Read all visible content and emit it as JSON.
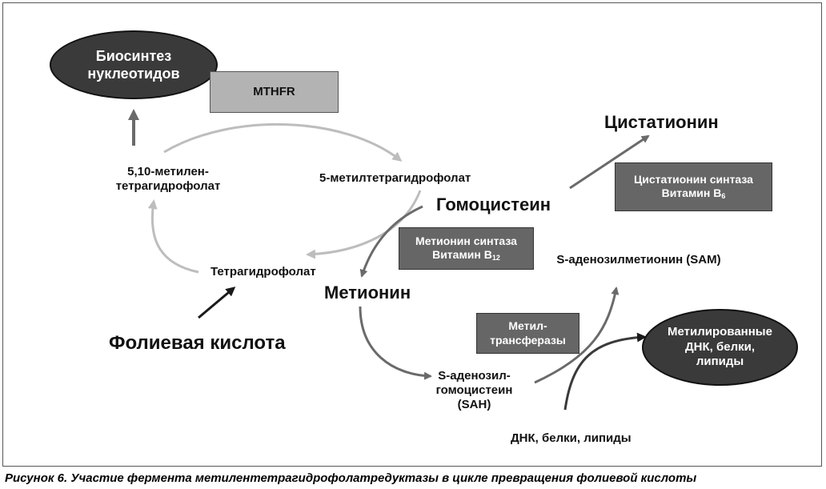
{
  "nodes": {
    "biosynthesis": "Биосинтез нуклеотидов",
    "mthfr": "MTHFR",
    "cystathionine": "Цистатионин",
    "cbs_name": "Цистатионин синтаза",
    "cbs_vitamin": "Витамин B",
    "cbs_vitamin_sub": "6",
    "methylene_thf": "5,10-метилен-тетрагидрофолат",
    "methyl_thf": "5-метилтетрагидрофолат",
    "homocysteine": "Гомоцистеин",
    "ms_name": "Метионин синтаза",
    "ms_vitamin": "Витамин B",
    "ms_vitamin_sub": "12",
    "sam": "S-аденозилметионин (SAM)",
    "thf": "Тетрагидрофолат",
    "methionine": "Метионин",
    "folic_acid": "Фолиевая кислота",
    "methyltransferases": "Метил-трансферазы",
    "methylated": "Метилированные ДНК, белки, липиды",
    "sah": "S-аденозил-гомоцистеин (SAH)",
    "dna_proteins": "ДНК, белки, липиды"
  },
  "caption": "Рисунок 6. Участие фермента метилентетрагидрофолатредуктазы в цикле превращения фолиевой кислоты",
  "colors": {
    "dark_arrow": "#6a6a6a",
    "light_arrow": "#bdbdbd",
    "black_arrow": "#1a1a1a",
    "dark_box": "#666666",
    "light_box": "#b3b3b3",
    "ellipse": "#3a3a3a"
  }
}
